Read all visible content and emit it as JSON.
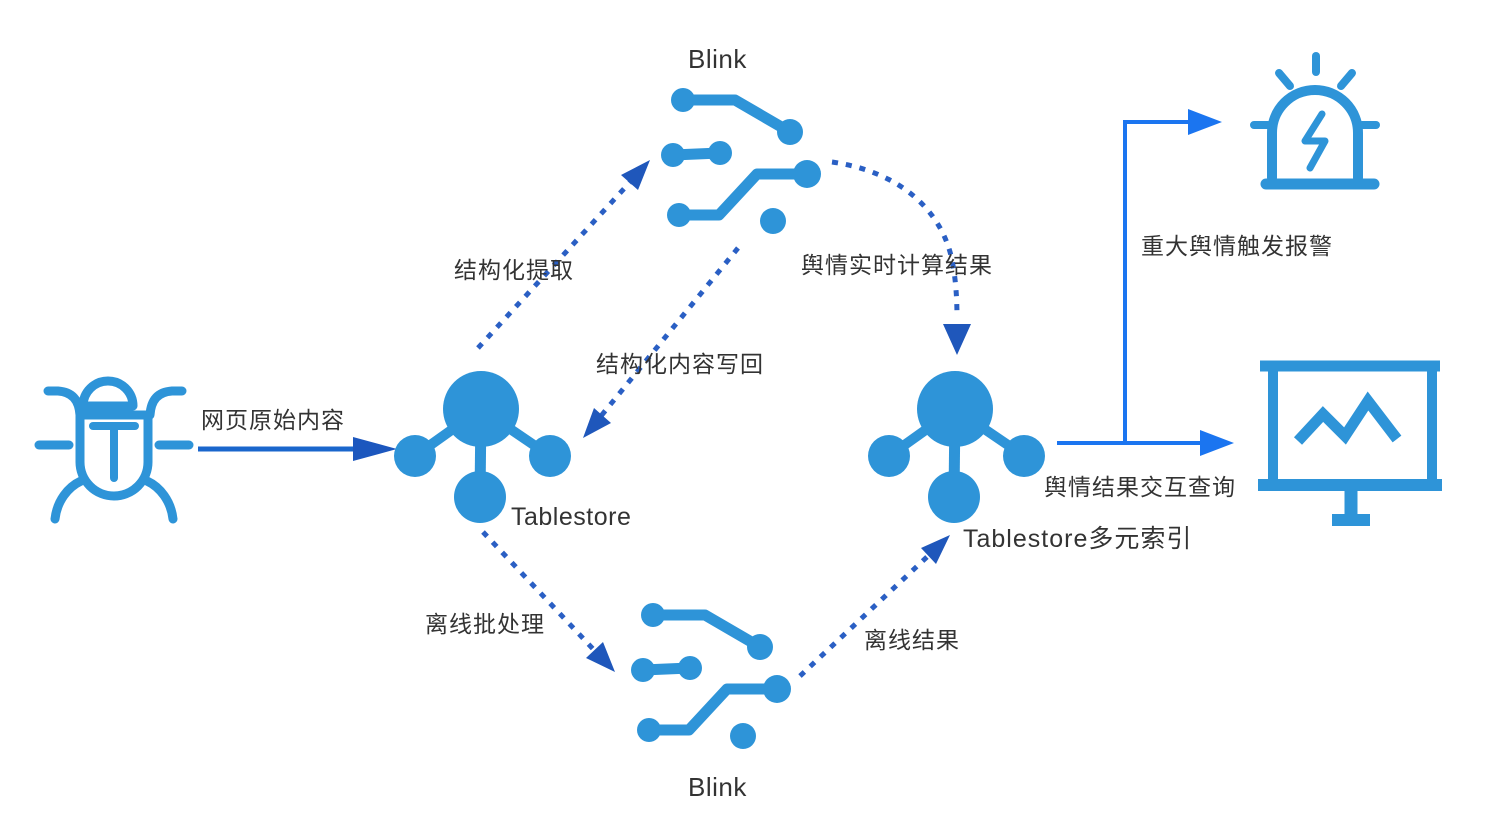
{
  "colors": {
    "icon_blue": "#2E94D8",
    "dotted_line_blue": "#2A5FC4",
    "dotted_arrowhead_blue": "#1F57BB",
    "solid_left_arrow_blue": "#1A66CC",
    "solid_right_arrow_blue": "#1B75F0",
    "text": "#333333",
    "background": "#ffffff"
  },
  "labels": {
    "web_raw_content": "网页原始内容",
    "blink_top": "Blink",
    "structured_extract": "结构化提取",
    "structured_writeback": "结构化内容写回",
    "realtime_result": "舆情实时计算结果",
    "tablestore": "Tablestore",
    "offline_batch": "离线批处理",
    "offline_result": "离线结果",
    "tablestore_index": "Tablestore多元索引",
    "interactive_query": "舆情结果交互查询",
    "alarm_trigger": "重大舆情触发报警",
    "blink_bottom": "Blink"
  },
  "nodes": [
    {
      "id": "crawler",
      "icon": "bug-icon"
    },
    {
      "id": "tablestore",
      "icon": "molecule-icon",
      "label": "Tablestore"
    },
    {
      "id": "blink-realtime",
      "icon": "circuit-icon",
      "label": "Blink"
    },
    {
      "id": "blink-offline",
      "icon": "circuit-icon",
      "label": "Blink"
    },
    {
      "id": "tablestore-index",
      "icon": "molecule-icon",
      "label": "Tablestore多元索引"
    },
    {
      "id": "alarm",
      "icon": "siren-icon"
    },
    {
      "id": "dashboard",
      "icon": "monitor-chart-icon"
    }
  ],
  "edges": [
    {
      "from": "crawler",
      "to": "tablestore",
      "label": "网页原始内容",
      "style": "solid"
    },
    {
      "from": "tablestore",
      "to": "blink-realtime",
      "label": "结构化提取",
      "style": "dotted"
    },
    {
      "from": "blink-realtime",
      "to": "tablestore",
      "label": "结构化内容写回",
      "style": "dotted"
    },
    {
      "from": "blink-realtime",
      "to": "tablestore-index",
      "label": "舆情实时计算结果",
      "style": "dotted-curve"
    },
    {
      "from": "tablestore",
      "to": "blink-offline",
      "label": "离线批处理",
      "style": "dotted"
    },
    {
      "from": "blink-offline",
      "to": "tablestore-index",
      "label": "离线结果",
      "style": "dotted"
    },
    {
      "from": "tablestore-index",
      "to": "alarm",
      "label": "重大舆情触发报警",
      "style": "solid"
    },
    {
      "from": "tablestore-index",
      "to": "dashboard",
      "label": "舆情结果交互查询",
      "style": "solid"
    }
  ]
}
